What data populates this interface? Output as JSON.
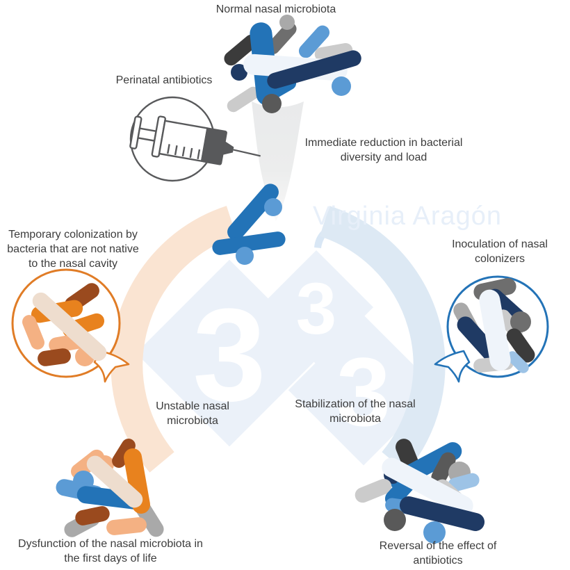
{
  "title": "Normal nasal microbiota",
  "labels": {
    "perinatal_antibiotics": "Perinatal antibiotics",
    "immediate_reduction": "Immediate reduction in bacterial diversity and load",
    "temporary_colonization": "Temporary colonization by bacteria that are not native to the nasal cavity",
    "inoculation": "Inoculation of nasal colonizers",
    "unstable": "Unstable nasal microbiota",
    "stabilization": "Stabilization of the nasal microbiota",
    "dysfunction": "Dysfunction of the nasal microbiota in the first days of life",
    "reversal": "Reversal of the effect of antibiotics"
  },
  "watermark": {
    "text": "Virginia Aragón",
    "logo_number": "3"
  },
  "palette": {
    "blue": "#2373B7",
    "navy": "#1F3A64",
    "light_blue": "#5B9BD5",
    "pale_blue": "#9DC3E6",
    "ghost_blue": "#EFF4FA",
    "dark_gray": "#3B3B3B",
    "slate_gray": "#595959",
    "gray": "#6E6E6E",
    "mid_gray": "#A9A9A9",
    "light_gray": "#CBCBCB",
    "orange": "#E8821E",
    "orange_stroke": "#E07C26",
    "brown": "#9A4A1E",
    "light_orange": "#F4B183",
    "beige": "#EEDDCE",
    "arc_peach": "#FAE4D2",
    "arc_blue": "#DDE9F4",
    "watermark_blue": "#E7EFF9",
    "diamond_blue": "#EBF1F9",
    "arrow_gray": "#E9EAEB",
    "syringe_gray": "#58595B",
    "text": "#3C3C3C"
  }
}
